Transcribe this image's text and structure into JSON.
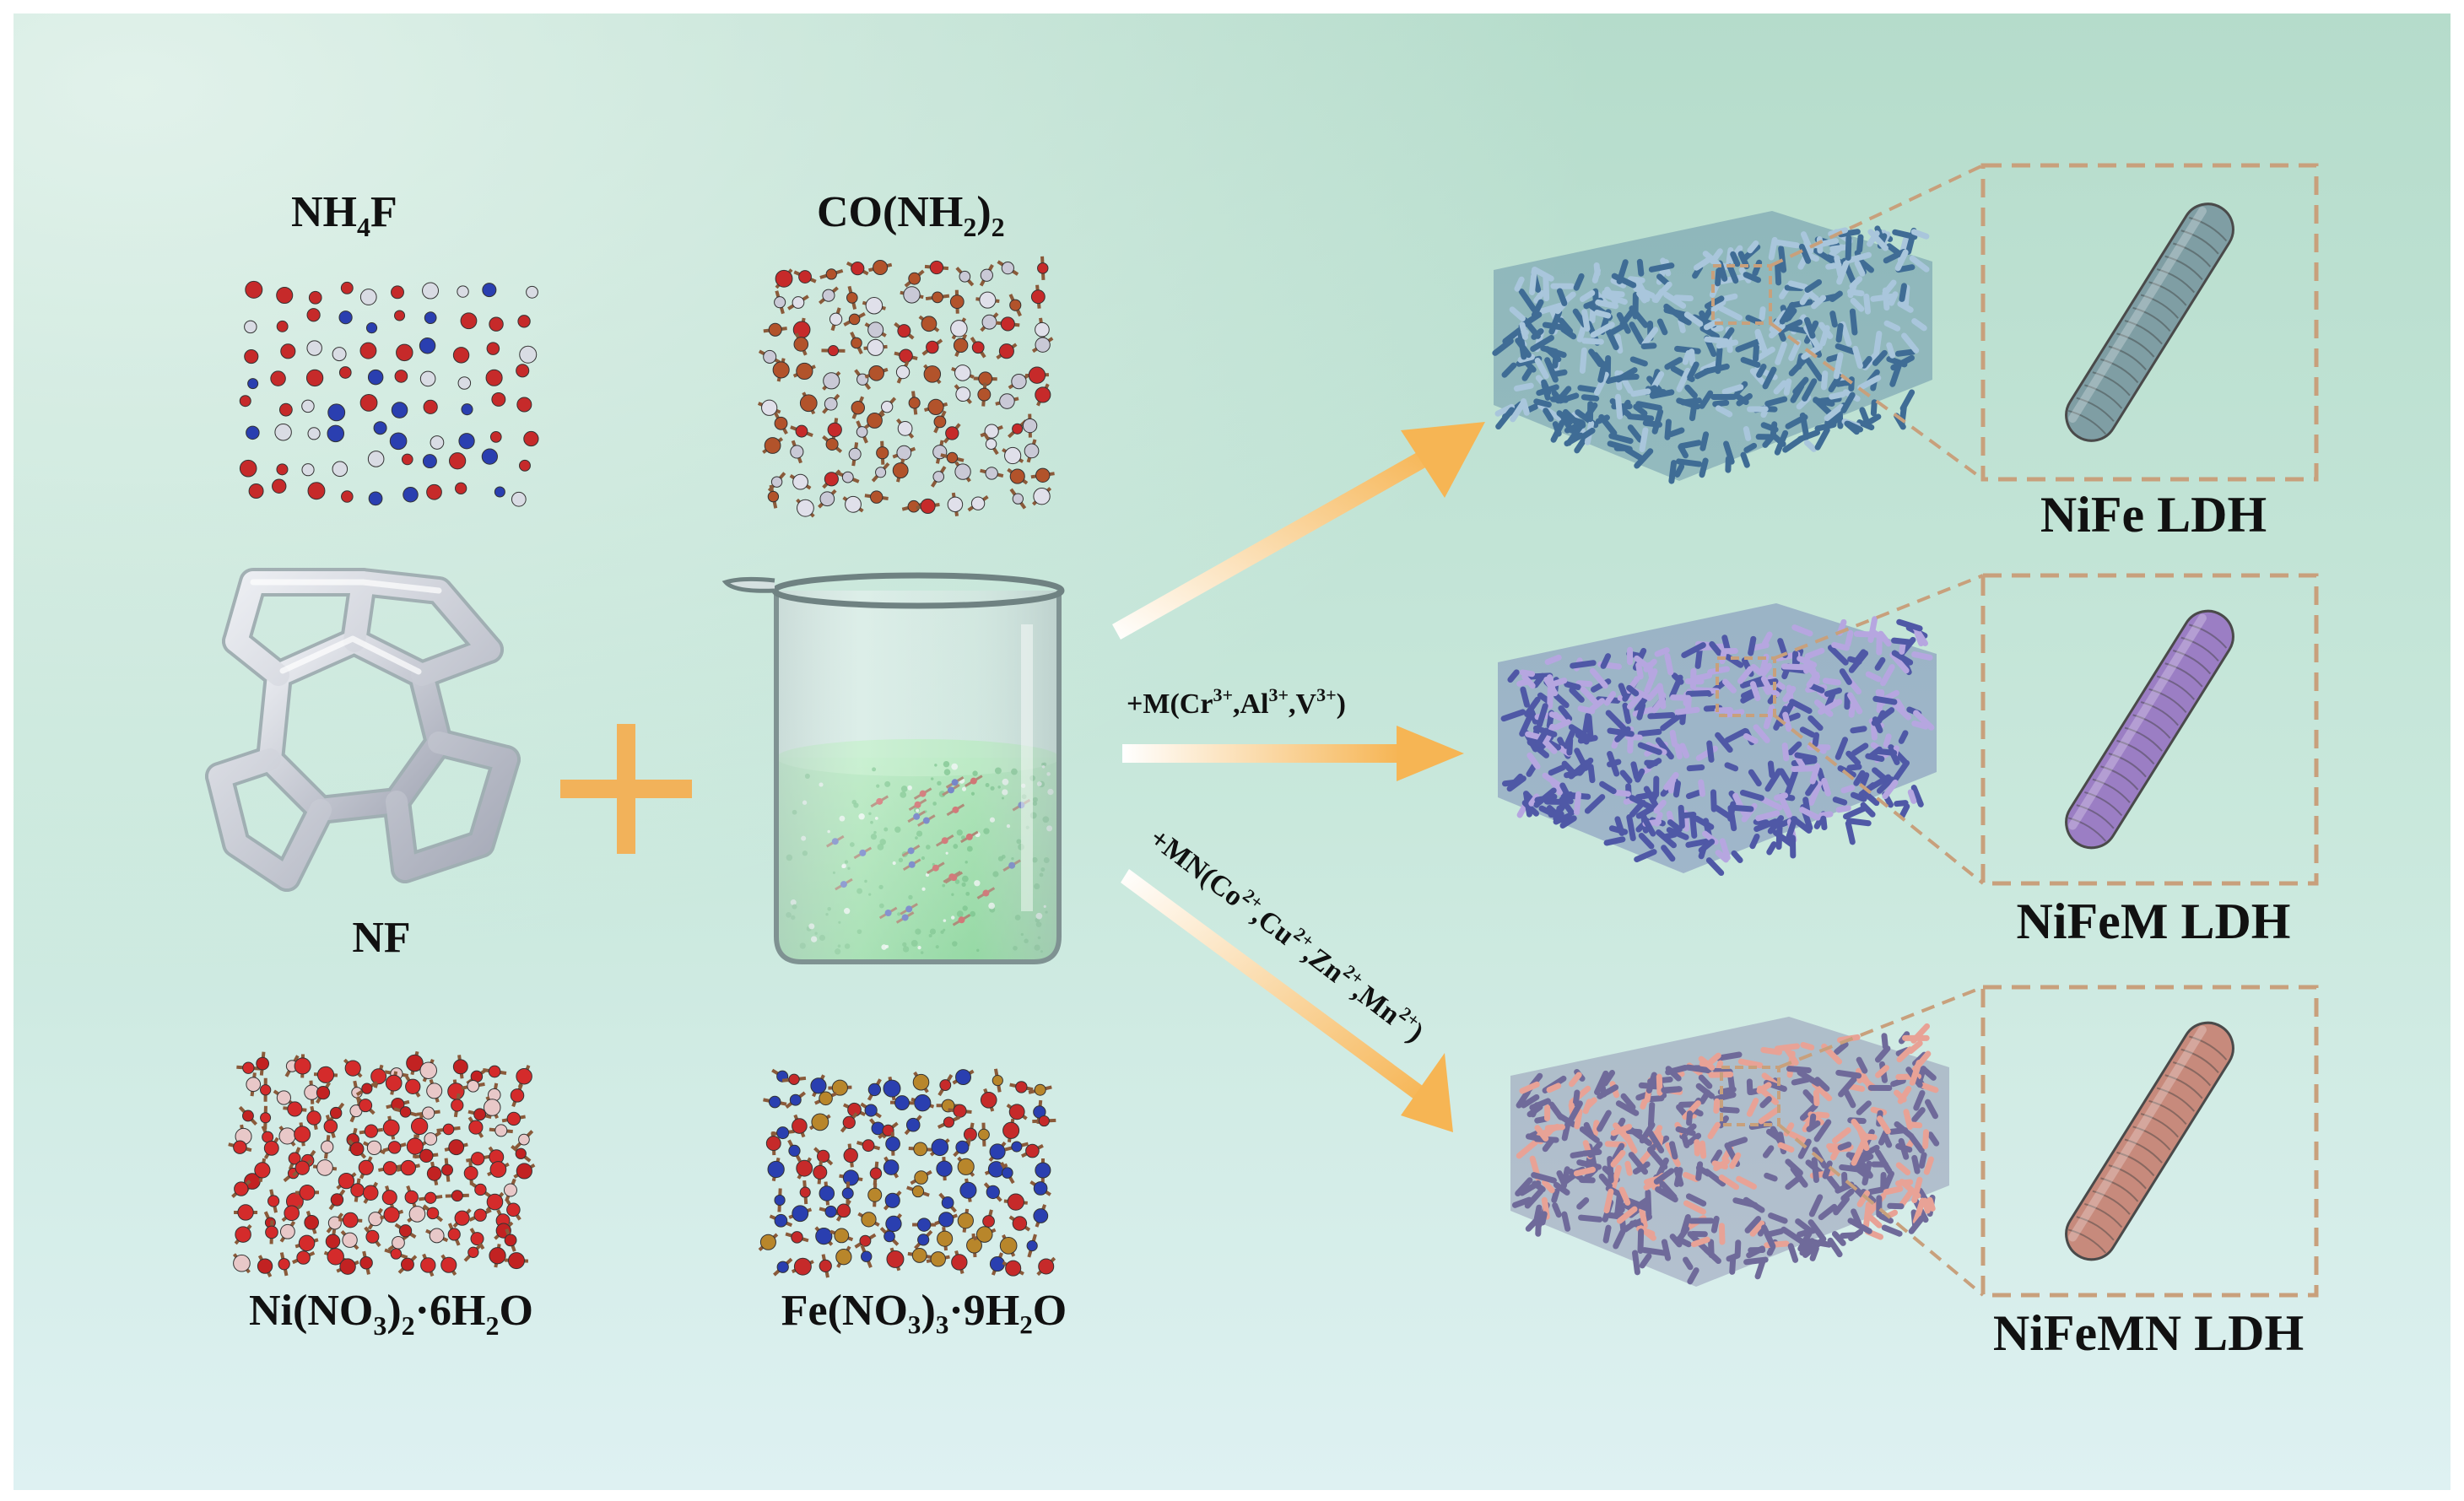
{
  "reagents": {
    "nh4f": {
      "base": "NH",
      "sub": "4",
      "tail": "F"
    },
    "urea": {
      "base": "CO(NH",
      "sub": "2",
      "close": ")",
      "sub2": "2"
    },
    "nf": "NF",
    "ni_nitrate": {
      "a": "Ni(NO",
      "s1": "3",
      "b": ")",
      "s2": "2",
      "c": "·6H",
      "s3": "2",
      "d": "O"
    },
    "fe_nitrate": "Fe(NO₃)₃·9H₂O"
  },
  "operator": "+",
  "conditions": {
    "m": {
      "pre": "+M(Cr",
      "s1": "3+",
      "m1": ",Al",
      "s2": "3+",
      "m2": ",V",
      "s3": "3+",
      "post": ")"
    },
    "mn": {
      "pre": "+MN(Co",
      "s1": "2+",
      "m1": ",Cu",
      "s2": "2+",
      "m2": ",Zn",
      "s3": "2+",
      "m3": ",Mn",
      "s4": "2+",
      "post": ")"
    }
  },
  "products": [
    {
      "label": "NiFe LDH",
      "foam_color": "#3f6c95",
      "foam_light": "#a9c6dc",
      "rod_color": "#7f9ea4"
    },
    {
      "label": "NiFeM LDH",
      "foam_color": "#4f58a6",
      "foam_light": "#b6a6e0",
      "rod_color": "#9b7ec4"
    },
    {
      "label": "NiFeMN LDH",
      "foam_color": "#6f6a9a",
      "foam_light": "#e8a296",
      "rod_color": "#c78a7c"
    }
  ],
  "colors": {
    "background_top": "#b8dccd",
    "background_bottom": "#dcf0f0",
    "arrow": "#f6b554",
    "plus": "#f2b25a",
    "inset_border": "#c8a07c",
    "liquid": "#7fdc8a"
  }
}
